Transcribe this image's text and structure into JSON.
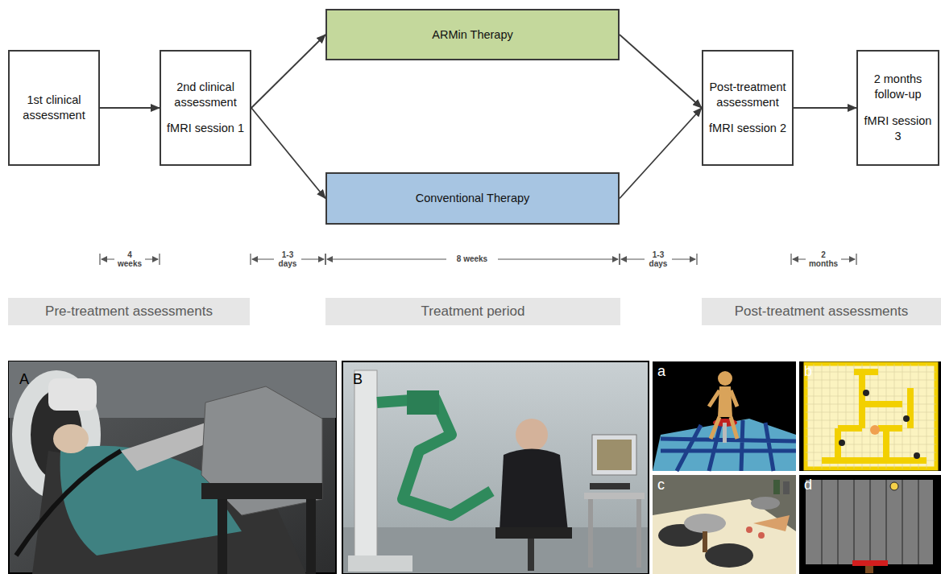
{
  "diagram": {
    "nodes": [
      {
        "text": [
          "1st clinical assessment"
        ]
      },
      {
        "text": [
          "2nd clinical assessment",
          "fMRI session 1"
        ]
      },
      {
        "text": [
          "ARMin Therapy"
        ]
      },
      {
        "text": [
          "Conventional Therapy"
        ]
      },
      {
        "text": [
          "Post-treatment assessment",
          "fMRI session 2"
        ]
      },
      {
        "text": [
          "2 months follow-up",
          "fMRI session 3"
        ]
      },
      {
        "text": [
          "Pre-treatment assessments"
        ]
      },
      {
        "text": [
          "Treatment period"
        ]
      },
      {
        "text": [
          "Post-treatment assessments"
        ]
      }
    ],
    "edges": [
      {
        "from": 0,
        "to": 1,
        "arrow": "to"
      },
      {
        "from": 1,
        "to": 2,
        "arrow": "to"
      },
      {
        "from": 1,
        "to": 3,
        "arrow": "to"
      },
      {
        "from": 2,
        "to": 4,
        "arrow": "to"
      },
      {
        "from": 3,
        "to": 4,
        "arrow": "to"
      },
      {
        "from": 4,
        "to": 5,
        "arrow": "to"
      }
    ],
    "labels": [
      "4 weeks",
      "1-3 days",
      "8 weeks",
      "1-3 days",
      "2 months",
      "A",
      "B",
      "a",
      "b",
      "c",
      "d"
    ]
  }
}
